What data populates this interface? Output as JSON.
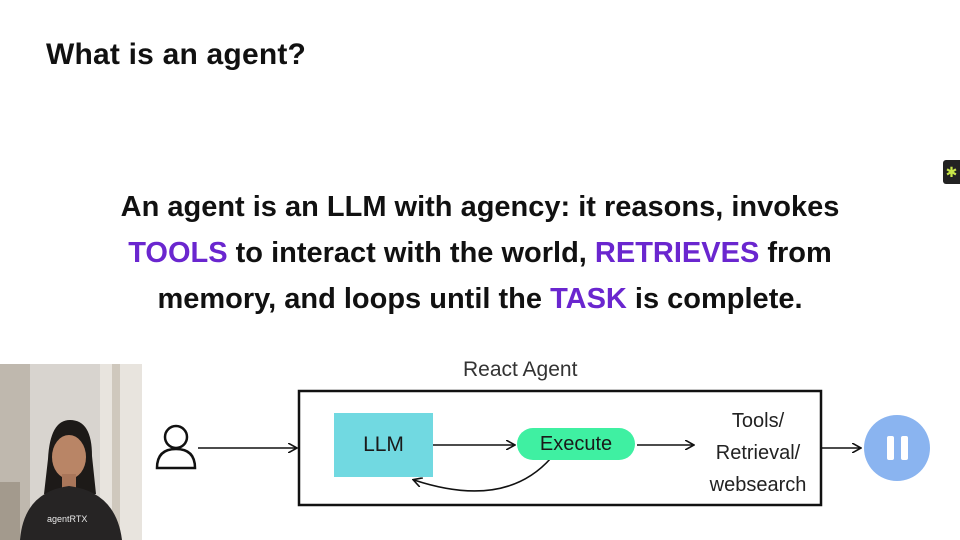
{
  "slide": {
    "title": "What is an agent?",
    "definition": {
      "line1": "An agent is an LLM with agency: it reasons, invokes",
      "kw_tools": "TOOLS",
      "line2_rest": " to interact with the world, ",
      "kw_retrieves": "RETRIEVES",
      "line2_end": " from",
      "line3_start": "memory, and loops until the ",
      "kw_task": "TASK",
      "line3_end": " is complete."
    },
    "keyword_color": "#6a26cf"
  },
  "diagram": {
    "container_label": "React Agent",
    "llm_label": "LLM",
    "execute_label": "Execute",
    "tools_lines": [
      "Tools/",
      "Retrieval/",
      "websearch"
    ],
    "llm_color": "#71d9e1",
    "execute_color": "#3ff0a2",
    "user_icon": "user-icon"
  },
  "webcam": {
    "shirt_text": "agentRTX"
  },
  "controls": {
    "pause_icon": "pause-icon",
    "pause_color": "#8ab4f0",
    "corner_icon": "asterisk-icon"
  }
}
